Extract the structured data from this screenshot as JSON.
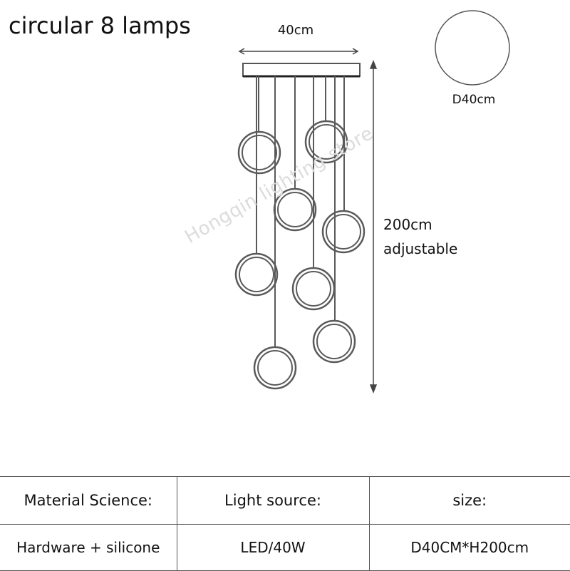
{
  "title": "circular 8 lamps",
  "dimensions": {
    "width_label": "40cm",
    "height_label": "200cm",
    "height_note": "adjustable",
    "diameter_label": "D40cm"
  },
  "watermark": "Hongqin lighting store",
  "lamp_count": 8,
  "specs": {
    "headers": [
      "Material Science:",
      "Light source:",
      "size:"
    ],
    "values": [
      "Hardware + silicone",
      "LED/40W",
      "D40CM*H200cm"
    ]
  }
}
